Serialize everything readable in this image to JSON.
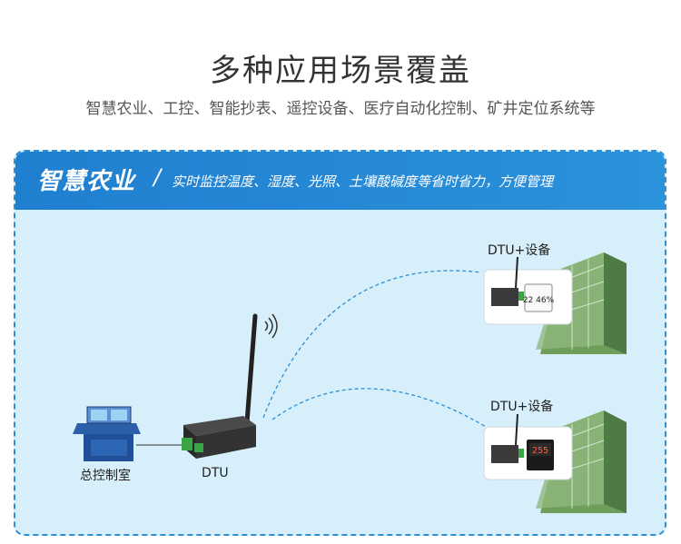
{
  "header": {
    "title": "多种应用场景覆盖",
    "subtitle": "智慧农业、工控、智能抄表、遥控设备、医疗自动化控制、矿井定位系统等"
  },
  "banner": {
    "title": "智慧农业",
    "slash": "/",
    "description": "实时监控温度、湿度、光照、土壤酸碱度等省时省力，方便管理"
  },
  "diagram": {
    "control_room_label": "总控制室",
    "dtu_label": "DTU",
    "device_label_top": "DTU+设备",
    "device_label_bottom": "DTU+设备",
    "sensor_display_top": "22 46%",
    "sensor_display_bottom": "255"
  },
  "colors": {
    "accent": "#2286d6",
    "panel_bg": "#d7effa",
    "dashed_link": "#2e8fd4"
  }
}
